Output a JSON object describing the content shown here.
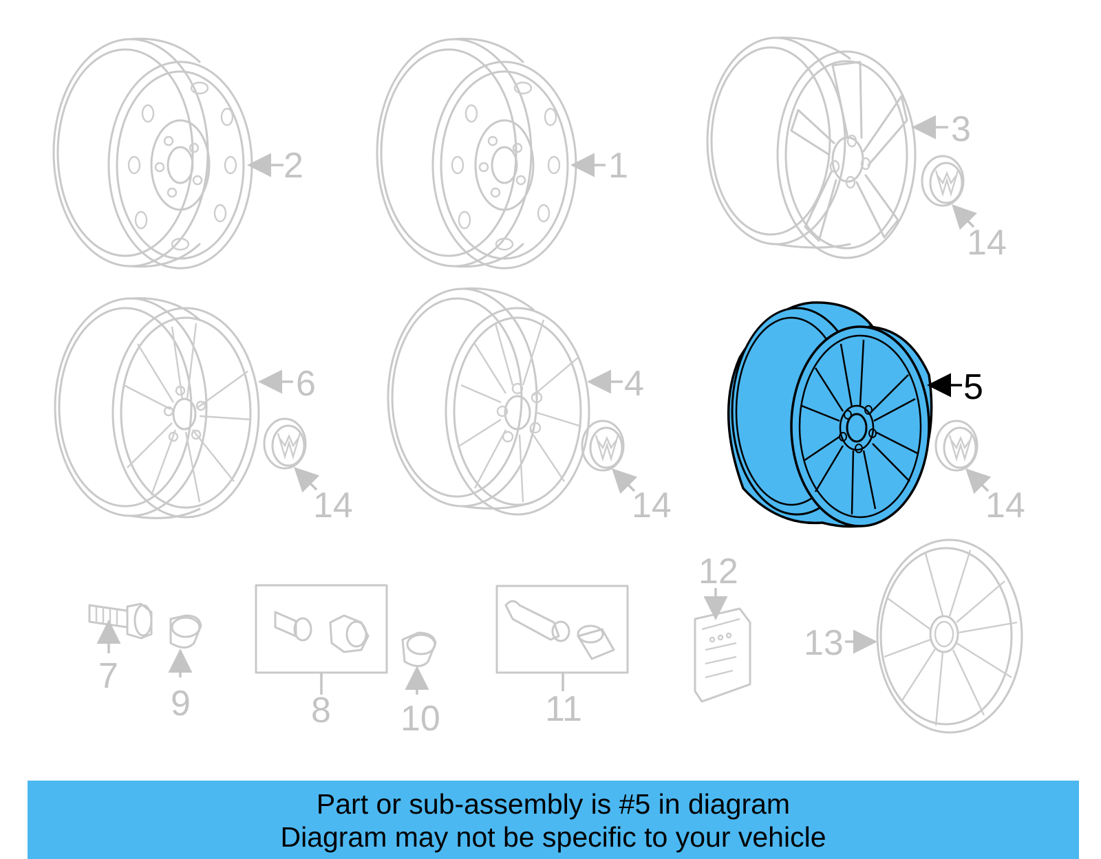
{
  "diagram": {
    "highlight_color": "#4cb8f1",
    "ghost_color": "#c9c9c9",
    "callouts": {
      "c1": "1",
      "c2": "2",
      "c3": "3",
      "c4": "4",
      "c5": "5",
      "c6": "6",
      "c7": "7",
      "c8": "8",
      "c9": "9",
      "c10": "10",
      "c11": "11",
      "c12": "12",
      "c13": "13",
      "c14a": "14",
      "c14b": "14",
      "c14c": "14",
      "c14d": "14"
    }
  },
  "banner": {
    "line1": "Part or sub-assembly is #5 in diagram",
    "line2": "Diagram may not be specific to your vehicle",
    "background": "#4cb8f1"
  }
}
